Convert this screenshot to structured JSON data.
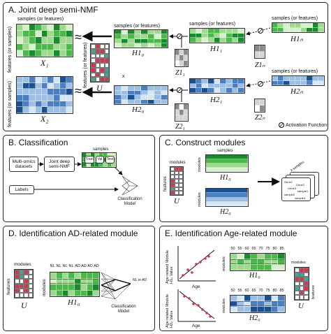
{
  "colors": {
    "green_dark": "#1a8a2e",
    "green_mid": "#4cb84a",
    "green_light": "#9fd98f",
    "green_pale": "#d6f0cc",
    "blue_dark": "#1c4f8f",
    "blue_mid": "#4a7fc0",
    "blue_light": "#9dbfe3",
    "blue_pale": "#d6e6f5",
    "red": "#d9354a",
    "teal": "#3fa89b",
    "gray": "#8a8a8a",
    "light_gray": "#d4d4d4"
  },
  "panel_a": {
    "title": "A. Joint deep semi-NMF",
    "samples_label": "samples (or features)",
    "features_label": "features (or samples)",
    "features_u_label": "features (or features)",
    "x1": "X₁",
    "x2": "X₂",
    "u": "U",
    "h1_0": "H1₀",
    "h1_1": "H1₁",
    "h1_n": "H1ₙ",
    "h2_0": "H2₀",
    "h2_1": "H2₁",
    "h2_n": "H2ₙ",
    "z1_1": "Z1₁",
    "z1_n": "Z1ₙ",
    "z2_1": "Z2₁",
    "z2_n": "Z2ₙ",
    "approx": "≈",
    "x_mark": "x",
    "activation_label": "Activation Function"
  },
  "panel_b": {
    "title": "B. Classification",
    "multi_omics": "Multi-omics datasets",
    "joint_nmf": "Joint deep semi-NMF",
    "samples": "samples",
    "train": "Train",
    "val": "Val",
    "test": "Test",
    "labels": "Labels",
    "classification_model": "Classification Model"
  },
  "panel_c": {
    "title": "C. Construct modules",
    "modules": "modules",
    "samples": "samples",
    "features": "features",
    "u": "U",
    "h1_0": "H1₀",
    "h2_0": "H2₀",
    "k_samples": "k samples",
    "gene_list": [
      "Gene1",
      "Gene2",
      "Gene3",
      "sample1",
      "sample2",
      "sample3"
    ]
  },
  "panel_d": {
    "title": "D. Identification AD-related module",
    "modules": "modules",
    "features": "features",
    "u": "U",
    "h1_0": "H1₀",
    "column_labels": [
      "NL",
      "NL",
      "NL",
      "NL",
      "AD",
      "AD",
      "AD",
      "AD"
    ],
    "output": "NL or AD",
    "classification_model": "Classification Model"
  },
  "panel_e": {
    "title": "E. Identification Age-related module",
    "age": "Age",
    "y_label_1": "Age-related Module H1₀ Value",
    "y_label_2": "Age-related Module H2₀ Value",
    "ages": [
      "50",
      "55",
      "60",
      "65",
      "70",
      "75",
      "80",
      "85"
    ],
    "modules": "modules",
    "features": "features",
    "u": "U",
    "h1_0": "H1₀",
    "h2_0": "H2₀"
  }
}
